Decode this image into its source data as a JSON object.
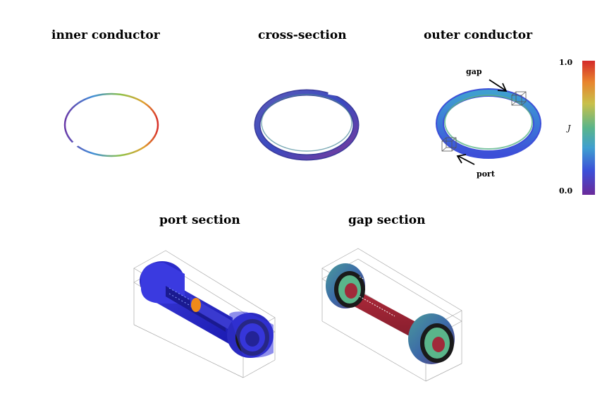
{
  "panels": {
    "inner": "inner conductor",
    "cross": "cross-section",
    "outer": "outer conductor",
    "port": "port section",
    "gap": "gap section"
  },
  "annotations": {
    "gap": "gap",
    "port": "port"
  },
  "colorbar": {
    "max_label": "1.0",
    "min_label": "0.0",
    "symbol": "J",
    "colors": [
      "#6a2a9a",
      "#3c4fd8",
      "#3f9fd0",
      "#5ab58a",
      "#c8c04a",
      "#e8852e",
      "#d42a2a"
    ]
  }
}
